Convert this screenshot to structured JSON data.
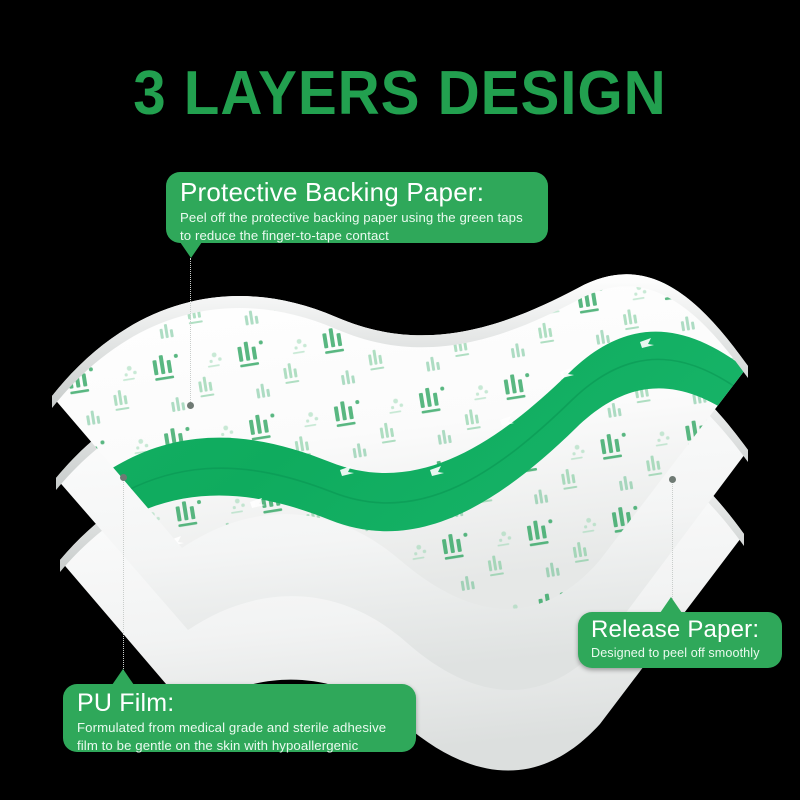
{
  "page": {
    "background_color": "#000000",
    "title": "3 LAYERS DESIGN",
    "title_color": "#22a04f",
    "accent_color": "#2fa85a",
    "stripe_color": "#0fab5e"
  },
  "callouts": [
    {
      "id": "protective-backing-paper",
      "title": "Protective Backing Paper:",
      "body_line1": "Peel off the protective backing paper using the green taps",
      "body_line2": "to reduce the finger-to-tape contact",
      "tail": "down"
    },
    {
      "id": "release-paper",
      "title": "Release Paper:",
      "body_line1": "Designed to peel off smoothly",
      "body_line2": "",
      "tail": "up"
    },
    {
      "id": "pu-film",
      "title": "PU Film:",
      "body_line1": "Formulated from medical grade and sterile adhesive",
      "body_line2": "film to be gentle on the skin with hypoallergenic",
      "tail": "up"
    }
  ],
  "illustration": {
    "description": "Three stacked wavy tape layers in perspective",
    "layers": [
      {
        "name": "protective-backing-paper",
        "surface": "white printed with green logo pattern and green center stripe"
      },
      {
        "name": "pu-film",
        "surface": "plain white"
      },
      {
        "name": "release-paper",
        "surface": "plain white"
      }
    ]
  }
}
